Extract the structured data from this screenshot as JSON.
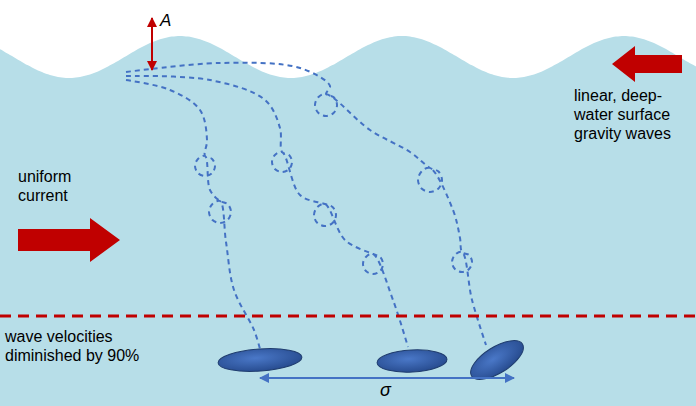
{
  "diagram": {
    "labels": [
      "A",
      "linear, deep-water surface gravity waves",
      "uniform current",
      "wave velocities diminished by 90%",
      "σ"
    ]
  }
}
